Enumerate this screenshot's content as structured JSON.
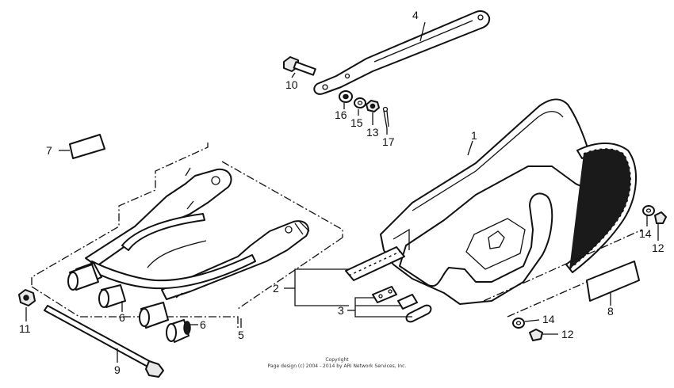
{
  "diagram": {
    "callouts": {
      "c1": "1",
      "c2": "2",
      "c3": "3",
      "c4": "4",
      "c5": "5",
      "c6a": "6",
      "c6b": "6",
      "c7": "7",
      "c8": "8",
      "c9": "9",
      "c10": "10",
      "c11": "11",
      "c12a": "12",
      "c12b": "12",
      "c13": "13",
      "c14a": "14",
      "c14b": "14",
      "c15": "15",
      "c16": "16",
      "c17": "17"
    },
    "copyright": {
      "line1": "Copyright",
      "line2": "Page design (c) 2004 - 2014 by ARI Network Services, Inc."
    }
  }
}
